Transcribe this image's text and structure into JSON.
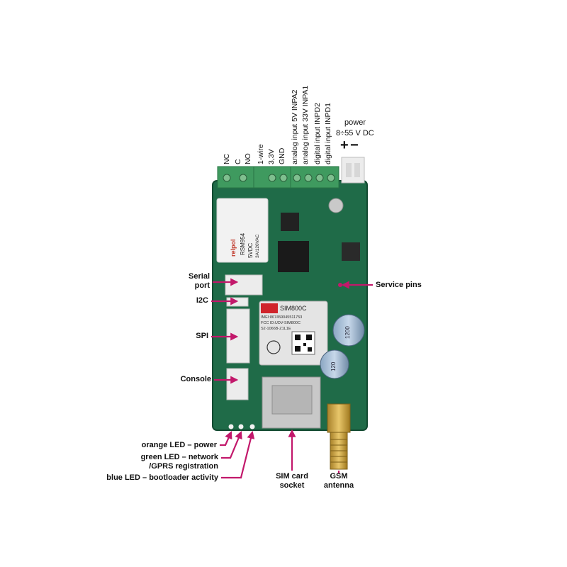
{
  "top_labels": {
    "nc": "NC",
    "c": "C",
    "no": "NO",
    "one_wire": "1-wire",
    "v33": "3,3V",
    "gnd": "GND",
    "analog_5v": "analog input 5V INPA2",
    "analog_33v": "analog input 33V INPA1",
    "digital_2": "digital input INPD2",
    "digital_1": "digital input INPD1"
  },
  "power": {
    "title": "power",
    "range": "8÷55 V DC",
    "plus": "+",
    "minus": "−"
  },
  "left_labels": {
    "serial_port_line1": "Serial",
    "serial_port_line2": "port",
    "i2c": "I2C",
    "spi": "SPI",
    "console": "Console"
  },
  "right_labels": {
    "service_pins": "Service pins"
  },
  "led_labels": {
    "orange": "orange LED – power",
    "green_line1": "green LED – network",
    "green_line2": "/GPRS registration",
    "blue": "blue LED – bootloader activity"
  },
  "bottom_labels": {
    "sim_line1": "SIM card",
    "sim_line2": "socket",
    "gsm_line1": "GSM",
    "gsm_line2": "antenna"
  },
  "board_text": {
    "relay_brand": "relpol",
    "relay_model": "RSM954",
    "relay_voltage": "5VDC",
    "relay_rating": "3A/120VAC",
    "module_name": "SIM800C",
    "module_imei": "IMEI:867459045511753",
    "module_fcc": "FCC ID:UDV-SIM800C",
    "module_serial": "S2-1066B-Z1L1E",
    "cap1": "1200",
    "cap2": "120"
  },
  "colors": {
    "pcb": "#1f6b48",
    "terminal": "#3f9a5f",
    "arrow": "#c2186b",
    "connector": "#ececec"
  }
}
